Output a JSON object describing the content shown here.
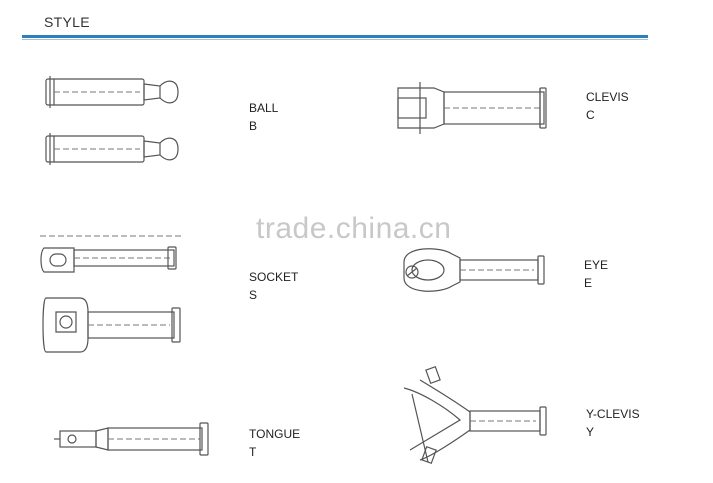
{
  "header": {
    "title": "STYLE"
  },
  "watermark": "trade.china.cn",
  "styles": [
    {
      "name": "BALL",
      "code": "B"
    },
    {
      "name": "CLEVIS",
      "code": "C"
    },
    {
      "name": "SOCKET",
      "code": "S"
    },
    {
      "name": "EYE",
      "code": "E"
    },
    {
      "name": "TONGUE",
      "code": "T"
    },
    {
      "name": "Y-CLEVIS",
      "code": "Y"
    }
  ],
  "colors": {
    "accent_rule": "#2f80b8",
    "line_art": "#555555",
    "watermark": "#c8c8c8"
  }
}
